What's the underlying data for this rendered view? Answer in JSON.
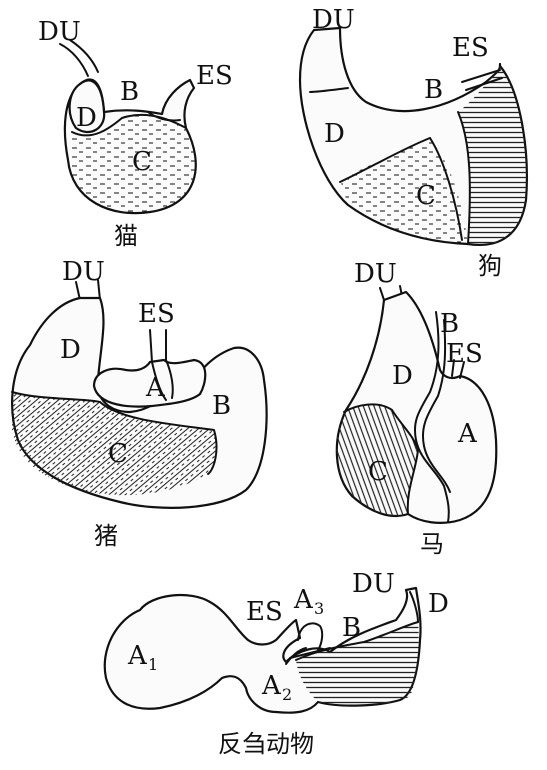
{
  "colors": {
    "ink": "#111111",
    "paper": "#ffffff"
  },
  "cat": {
    "caption": "猫",
    "labels": {
      "du": "DU",
      "d": "D",
      "b": "B",
      "es": "ES",
      "c": "C"
    }
  },
  "dog": {
    "caption": "狗",
    "labels": {
      "du": "DU",
      "d": "D",
      "b": "B",
      "es": "ES",
      "c": "C"
    }
  },
  "pig": {
    "caption": "猪",
    "labels": {
      "du": "DU",
      "d": "D",
      "es": "ES",
      "a": "A",
      "b": "B",
      "c": "C"
    }
  },
  "horse": {
    "caption": "马",
    "labels": {
      "du": "DU",
      "b": "B",
      "es": "ES",
      "d": "D",
      "a": "A",
      "c": "C"
    }
  },
  "ruminant": {
    "caption": "反刍动物",
    "labels": {
      "a1": "A",
      "a1_sub": "1",
      "a2": "A",
      "a2_sub": "2",
      "a3": "A",
      "a3_sub": "3",
      "es": "ES",
      "b": "B",
      "du": "DU",
      "d": "D"
    }
  }
}
